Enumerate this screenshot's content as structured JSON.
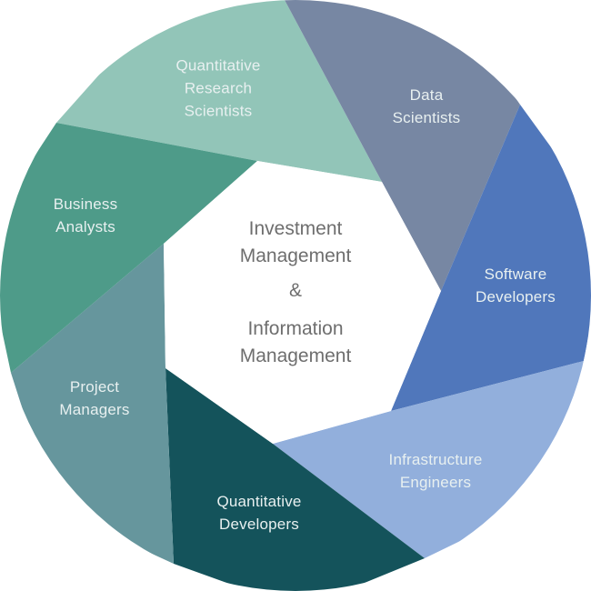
{
  "center": {
    "line1": "Investment",
    "line2": "Management",
    "ampersand": "&",
    "line3": "Information",
    "line4": "Management"
  },
  "segments": [
    {
      "id": "quantitative-research-scientists",
      "lines": [
        "Quantitative",
        "Research",
        "Scientists"
      ],
      "color": "#92c5b8"
    },
    {
      "id": "data-scientists",
      "lines": [
        "Data",
        "Scientists"
      ],
      "color": "#7787a3"
    },
    {
      "id": "software-developers",
      "lines": [
        "Software",
        "Developers"
      ],
      "color": "#5077bb"
    },
    {
      "id": "infrastructure-engineers",
      "lines": [
        "Infrastructure",
        "Engineers"
      ],
      "color": "#92afdc"
    },
    {
      "id": "quantitative-developers",
      "lines": [
        "Quantitative",
        "Developers"
      ],
      "color": "#14535b"
    },
    {
      "id": "project-managers",
      "lines": [
        "Project",
        "Managers"
      ],
      "color": "#66969d"
    },
    {
      "id": "business-analysts",
      "lines": [
        "Business",
        "Analysts"
      ],
      "color": "#4e9b89"
    }
  ],
  "colors": {
    "background": "#ffffff",
    "center_text": "#6e6e6e",
    "segment_text": "#e8f0f0"
  }
}
